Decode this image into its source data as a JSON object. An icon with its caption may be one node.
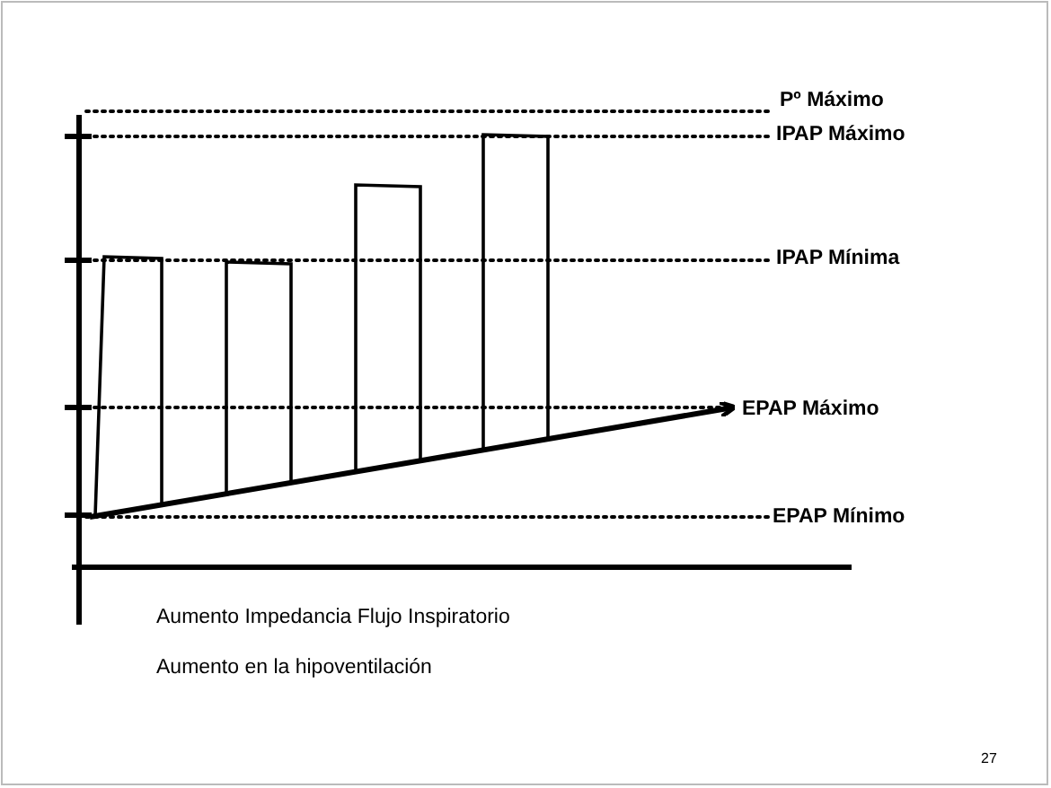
{
  "diagram": {
    "labels": [
      "Pº Máximo",
      "IPAP Máximo",
      "IPAP Mínima",
      "EPAP Máximo",
      "EPAP Mínimo",
      "Aumento Impedancia Flujo Inspiratorio",
      "Aumento en la hipoventilación",
      "27"
    ]
  }
}
